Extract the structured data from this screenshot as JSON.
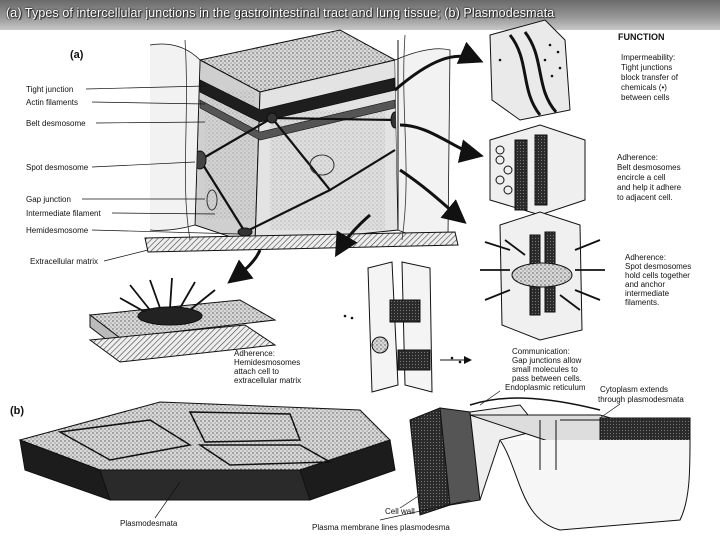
{
  "slide": {
    "title": "(a) Types of intercellular junctions in the gastrointestinal tract and lung tissue; (b) Plasmodesmata"
  },
  "figure_a": {
    "part_label": "(a)",
    "function_heading": "FUNCTION",
    "left_labels": [
      "Tight junction",
      "Actin filaments",
      "Belt desmosome",
      "Spot desmosome",
      "Gap junction",
      "Intermediate filament",
      "Hemidesmosome",
      "Extracellular matrix"
    ],
    "functions": {
      "impermeability": [
        "Impermeability:",
        "Tight junctions",
        "block transfer of",
        "chemicals (•)",
        "between cells"
      ],
      "belt": [
        "Adherence:",
        "Belt desmosomes",
        "encircle a cell",
        "and help it adhere",
        "to adjacent cell."
      ],
      "spot": [
        "Adherence:",
        "Spot desmosomes",
        "hold cells together",
        "and anchor",
        "intermediate",
        "filaments."
      ],
      "hemi": [
        "Adherence:",
        "Hemidesmosomes",
        "attach cell to",
        "extracellular matrix"
      ],
      "gap": [
        "Communication:",
        "Gap junctions allow",
        "small molecules to",
        "pass between cells."
      ]
    }
  },
  "figure_b": {
    "part_label": "(b)",
    "labels": {
      "er": "Endoplasmic reticulum",
      "cytoplasm": [
        "Cytoplasm extends",
        "through plasmodesmata"
      ],
      "cell_wall": "Cell wall",
      "plasmodesmata": "Plasmodesmata",
      "membrane": "Plasma membrane lines plasmodesma"
    }
  },
  "colors": {
    "ink": "#111111",
    "title_bar": "#8a8a8a",
    "title_text": "#ffffff"
  }
}
